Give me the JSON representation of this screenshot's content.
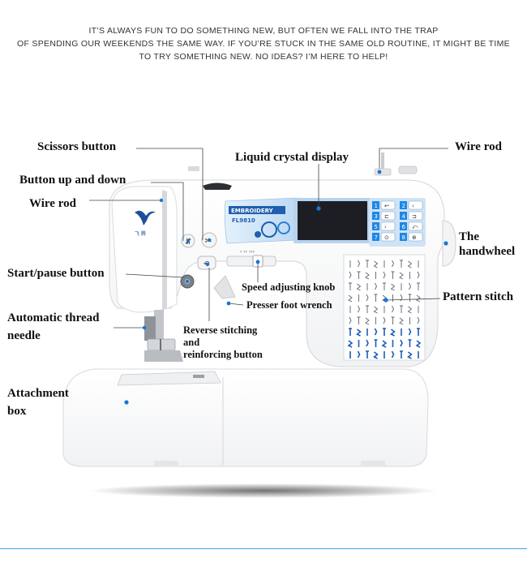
{
  "intro": {
    "line1": "IT’S ALWAYS FUN TO DO SOMETHING NEW, BUT OFTEN WE FALL INTO THE TRAP",
    "line2": "OF SPENDING OUR WEEKENDS THE SAME WAY. IF YOU’RE STUCK IN THE SAME OLD ROUTINE, IT MIGHT BE TIME",
    "line3": "TO TRY SOMETHING NEW. NO IDEAS? I’M HERE TO HELP!"
  },
  "labels": {
    "scissors_button": "Scissors button",
    "lcd": "Liquid crystal display",
    "wire_rod_right": "Wire rod",
    "button_up_down": "Button up and down",
    "wire_rod_left": "Wire rod",
    "handwheel_1": "The",
    "handwheel_2": "handwheel",
    "start_pause": "Start/pause button",
    "speed_knob": "Speed adjusting knob",
    "pattern_stitch": "Pattern stitch",
    "presser_foot": "Presser foot wrench",
    "auto_thread_1": "Automatic thread",
    "auto_thread_2": "needle",
    "reverse_1": "Reverse stitching",
    "reverse_2": "and",
    "reverse_3": "reinforcing button",
    "attachment_1": "Attachment",
    "attachment_2": "box"
  },
  "machine": {
    "brand": "EMBROIDERY",
    "model": "FL9810",
    "logo_text": "飞 腾",
    "keypad_numbers": [
      "1",
      "2",
      "3",
      "4",
      "5",
      "6",
      "7",
      "8"
    ],
    "colors": {
      "accent_blue": "#1e88e5",
      "marker_blue": "#1976d2",
      "lcd": "#1c1e24",
      "body": "#fbfbfb"
    }
  }
}
